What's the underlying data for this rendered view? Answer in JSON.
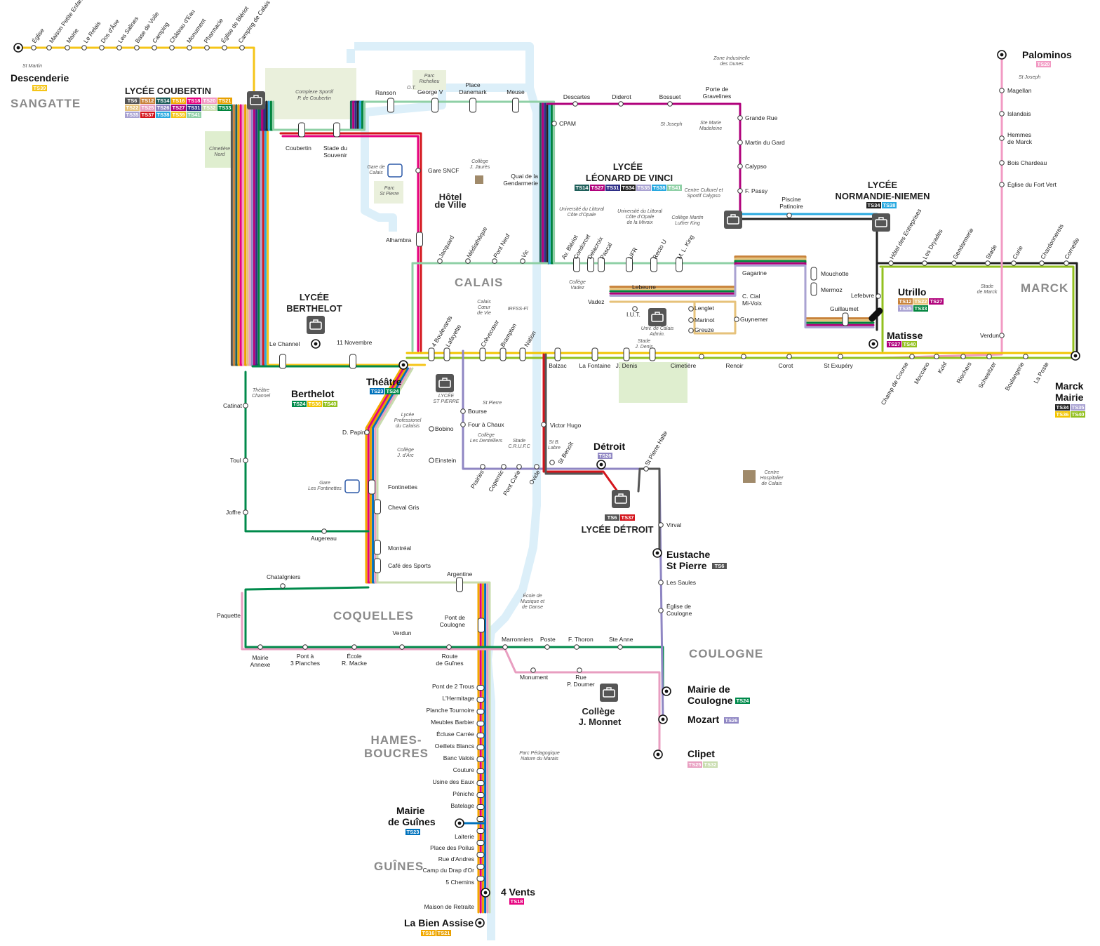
{
  "areas": [
    "SANGATTE",
    "CALAIS",
    "MARCK",
    "COQUELLES",
    "COULOGNE",
    "HAMES-BOUCRES",
    "GUÎNES"
  ],
  "schools": {
    "coubertin": "LYCÉE COUBERTIN",
    "leonard": "LYCÉE LÉONARD DE VINCI",
    "normandie": "LYCÉE NORMANDIE-NIEMEN",
    "berthelot": "LYCÉE BERTHELOT",
    "detroit": "LYCÉE DÉTROIT",
    "monnet": "Collège J. Monnet"
  },
  "terminals": {
    "descenderie": "Descenderie",
    "palominos": "Palominos",
    "marck_mairie": "Marck Mairie",
    "berthelot": "Berthelot",
    "theatre": "Théâtre",
    "detroit": "Détroit",
    "utrillo": "Utrillo",
    "matisse": "Matisse",
    "eustache": "Eustache St Pierre",
    "mairie_coulogne": "Mairie de Coulogne",
    "mozart": "Mozart",
    "clipet": "Clipet",
    "mairie_guines": "Mairie de Guînes",
    "quatre_vents": "4 Vents",
    "bien_assise": "La Bien Assise"
  },
  "line_colors": {
    "TS6": "#555555",
    "TS12": "#c8823a",
    "TS14": "#1f5f5a",
    "TS16": "#f2a900",
    "TS18": "#e6007e",
    "TS20": "#f29ac3",
    "TS21": "#e8a000",
    "TS22": "#e6c27a",
    "TS23": "#0072bc",
    "TS24": "#008a4b",
    "TS25": "#e89ec0",
    "TS26": "#8f86c3",
    "TS27": "#b0007b",
    "TS31": "#2e2e86",
    "TS32": "#c8dcae",
    "TS33": "#00843d",
    "TS34": "#222222",
    "TS35": "#a9a2d2",
    "TS36": "#f2c400",
    "TS37": "#d4151c",
    "TS38": "#29a9e0",
    "TS39": "#f5c518",
    "TS40": "#93c01f",
    "TS41": "#8fd0a6"
  },
  "badges": {
    "descenderie": [
      "TS39"
    ],
    "palominos": [
      "TS20"
    ],
    "coubertin": [
      "TS6",
      "TS12",
      "TS14",
      "TS16",
      "TS18",
      "TS20",
      "TS21",
      "TS22",
      "TS25",
      "TS26",
      "TS27",
      "TS31",
      "TS32",
      "TS33",
      "TS35",
      "TS37",
      "TS38",
      "TS39",
      "TS41"
    ],
    "leonard": [
      "TS14",
      "TS27",
      "TS31",
      "TS34",
      "TS35",
      "TS38",
      "TS41"
    ],
    "normandie": [
      "TS34",
      "TS38"
    ],
    "utrillo": [
      "TS12",
      "TS22",
      "TS27",
      "TS35",
      "TS33"
    ],
    "matisse": [
      "TS27",
      "TS40"
    ],
    "marck_mairie": [
      "TS34",
      "TS35",
      "TS36",
      "TS40"
    ],
    "berthelot": [
      "TS24",
      "TS36",
      "TS40"
    ],
    "theatre": [
      "TS23",
      "TS24"
    ],
    "detroit": [
      "TS26"
    ],
    "lycee_detroit": [
      "TS6",
      "TS37"
    ],
    "eustache": [
      "TS6"
    ],
    "mairie_coulogne": [
      "TS24"
    ],
    "mozart": [
      "TS26"
    ],
    "clipet": [
      "TS25",
      "TS32"
    ],
    "mairie_guines": [
      "TS23"
    ],
    "quatre_vents": [
      "TS18"
    ],
    "bien_assise": [
      "TS16",
      "TS21"
    ]
  },
  "stops": {
    "sangatte": [
      "Église",
      "Maison Petite Enfance",
      "Mairie",
      "Le Relais",
      "Dos d'Âne",
      "Les Salines",
      "Base de Voile",
      "Camping",
      "Château d'Eau",
      "Monument",
      "Pharmacie",
      "Église de Blériot",
      "Camping de Calais"
    ],
    "coubertin_area": [
      "Coubertin",
      "Stade du Souvenir",
      "Ranson",
      "George V",
      "Place Danemark",
      "Meuse",
      "Descartes",
      "Diderot",
      "Bossuet",
      "Porte de Gravelines",
      "Grande Rue",
      "Martin du Gard",
      "Calypso",
      "F. Passy",
      "CPAM",
      "Gare SNCF",
      "Quai de la Gendarmerie",
      "Alhambra"
    ],
    "calais_center": [
      "Jacquard",
      "Médiathèque",
      "Pont Neuf",
      "Vic",
      "Av. Blériot",
      "Condorcet",
      "Delacroix",
      "Pascal",
      "UFR",
      "Recto U",
      "M. L. King"
    ],
    "east": [
      "Piscine Patinoire",
      "Gagarine",
      "Mouchotte",
      "Mermoz",
      "C. Cial Mi-Voix",
      "Lefebvre",
      "Guillaumet",
      "Guynemer",
      "Lebeurre",
      "Vadez",
      "Lenglet",
      "I.U.T.",
      "Marinot",
      "Greuze"
    ],
    "marck": [
      "Magellan",
      "Islandais",
      "Hemmes de Marck",
      "Bois Chardeau",
      "Église du Fort Vert",
      "Hôtel des Entreprises",
      "Les Dryades",
      "Gendarmerie",
      "Stade",
      "Curie",
      "Chardonnerets",
      "Corneille",
      "Verdun",
      "Champ de Course",
      "Moccano",
      "Kohl",
      "Riechers",
      "Schweitzer",
      "Boulangerie",
      "La Poste"
    ],
    "boulevard": [
      "Le Channel",
      "11 Novembre",
      "4 Boulevards",
      "Lafayette",
      "Crèvecœur",
      "Brampton",
      "Nation",
      "Balzac",
      "La Fontaine",
      "J. Denis",
      "Cimetière",
      "Renoir",
      "Corot",
      "St Exupéry"
    ],
    "south_calais": [
      "Catinat",
      "Toul",
      "Joffre",
      "Augereau",
      "D. Papin",
      "Bobino",
      "Einstein",
      "Bourse",
      "Four à Chaux",
      "Victor Hugo",
      "St Benoît",
      "Prairies",
      "Copernic",
      "Pont Curie",
      "Ovide",
      "St Pierre Halte",
      "Virval",
      "Les Saules",
      "Église de Coulogne"
    ],
    "coquelles": [
      "Fontinettes",
      "Cheval Gris",
      "Montréal",
      "Café des Sports",
      "Argentine",
      "Chataîgniers",
      "Paquette",
      "Mairie Annexe",
      "Pont à 3 Planches",
      "École R. Macke",
      "Verdun",
      "Route de Guînes",
      "Pont de Coulogne",
      "Marronniers",
      "Poste",
      "F. Thoron",
      "Ste Anne",
      "Monument",
      "Rue P. Doumer"
    ],
    "guines": [
      "Pont de 2 Trous",
      "L'Hermitage",
      "Planche Tournoire",
      "Meubles Barbier",
      "Écluse Carrée",
      "Oeillets Blancs",
      "Banc Valois",
      "Couture",
      "Usine des Eaux",
      "Péniche",
      "Batelage",
      "Laiterie",
      "Place des Poilus",
      "Rue d'Andres",
      "Camp du Drap d'Or",
      "5 Chemins",
      "Maison de Retraite"
    ]
  },
  "places": {
    "complexe": "Complexe Sportif P. de Coubertin",
    "ot": "O.T.",
    "parc_richelieu": "Parc Richelieu",
    "cimetiere_nord": "Cimetière Nord",
    "gare_calais": "Gare de Calais",
    "parc_st_pierre": "Parc St Pierre",
    "hotel_ville": "Hôtel de Ville",
    "college_jaures": "Collège J. Jaurès",
    "st_martin": "St Martin",
    "st_joseph_palominos": "St Joseph",
    "zone_dunes": "Zone Industrielle des Dunes",
    "st_joseph": "St Joseph",
    "ste_marie": "Ste Marie Madeleine",
    "univ_littoral": "Université du Littoral Côte d'Opale",
    "univ_mivoix": "Université du Littoral Côte d'Opale de la Mivoix",
    "college_mlk": "Collège Martin Luther King",
    "calypso_centre": "Centre Culturel et Sportif Calypso",
    "college_vadez": "Collège Vadez",
    "univ_admin": "Univ. de Calais Admin.",
    "stade_denis": "Stade J. Denis",
    "stade_marck": "Stade de Marck",
    "calais_coeur": "Calais Cœur de Vie",
    "irfss": "IRFSS-Fl",
    "theatre_channel": "Théâtre Channel",
    "lycee_st_pierre": "LYCÉE ST PIERRE",
    "st_pierre": "St Pierre",
    "lycee_pro": "Lycée Professionel du Calaisis",
    "college_arc": "Collège J. d'Arc",
    "college_dentelliers": "Collège Les Dentelliers",
    "stade_crufc": "Stade C.R.U.F.C",
    "st_b_labre": "St B. Labre",
    "gare_fontinettes": "Gare Les Fontinettes",
    "centre_hosp": "Centre Hospitalier de Calais",
    "ecole_musique": "École de Musique et de Danse",
    "parc_marais": "Parc Pédagogique Nature du Marais"
  }
}
